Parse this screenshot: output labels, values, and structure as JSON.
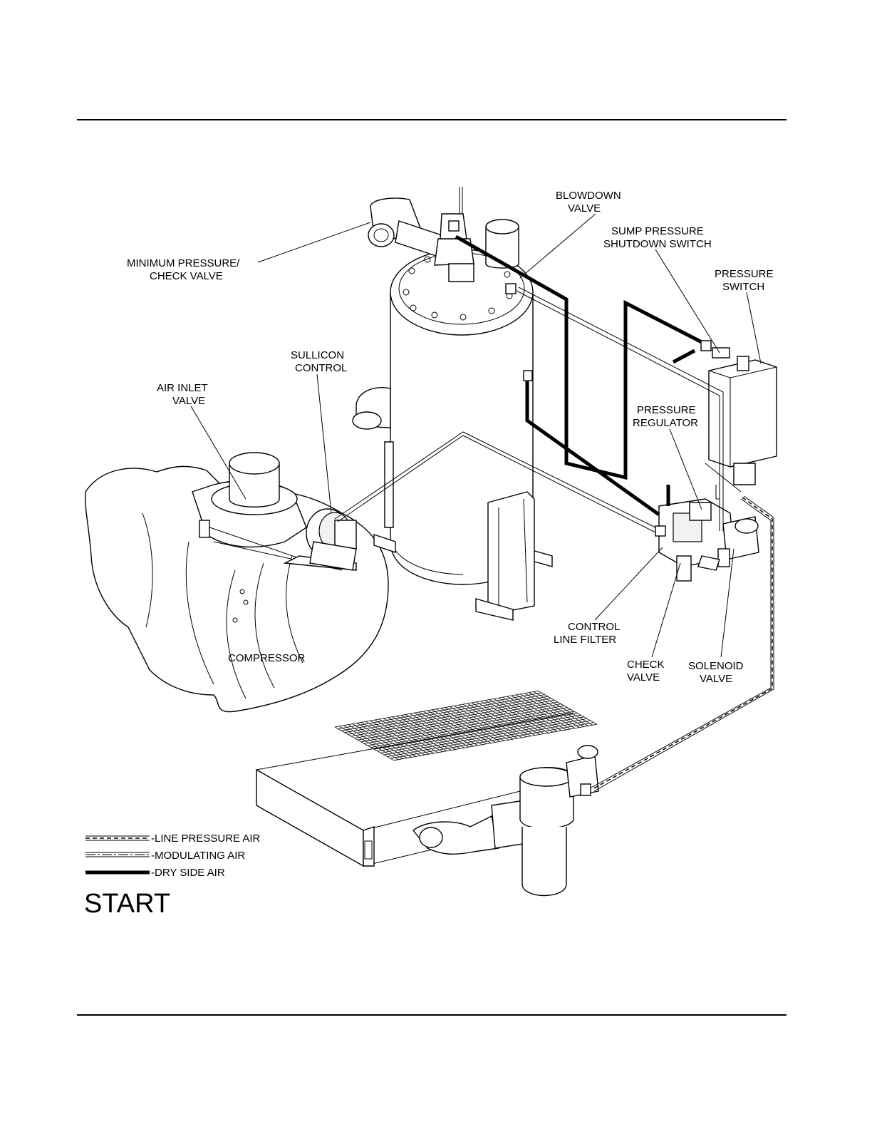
{
  "labels": {
    "blowdown_valve": [
      "BLOWDOWN",
      "VALVE"
    ],
    "sump_pressure_switch": [
      "SUMP PRESSURE",
      "SHUTDOWN SWITCH"
    ],
    "pressure_switch": [
      "PRESSURE",
      "SWITCH"
    ],
    "min_pressure_valve": [
      "MINIMUM PRESSURE/",
      "CHECK VALVE"
    ],
    "sullicon_control": [
      "SULLICON",
      "CONTROL"
    ],
    "air_inlet_valve": [
      "AIR INLET",
      "VALVE"
    ],
    "pressure_regulator": [
      "PRESSURE",
      "REGULATOR"
    ],
    "control_line_filter": [
      "CONTROL",
      "LINE FILTER"
    ],
    "check_valve": [
      "CHECK",
      "VALVE"
    ],
    "solenoid_valve": [
      "SOLENOID",
      "VALVE"
    ],
    "compressor": [
      "COMPRESSOR"
    ]
  },
  "legend": {
    "line_pressure_air": "-LINE PRESSURE AIR",
    "modulating_air": "-MODULATING AIR",
    "dry_side_air": "-DRY SIDE AIR"
  },
  "title": "START",
  "colors": {
    "ink": "#000000",
    "paper": "#ffffff"
  }
}
